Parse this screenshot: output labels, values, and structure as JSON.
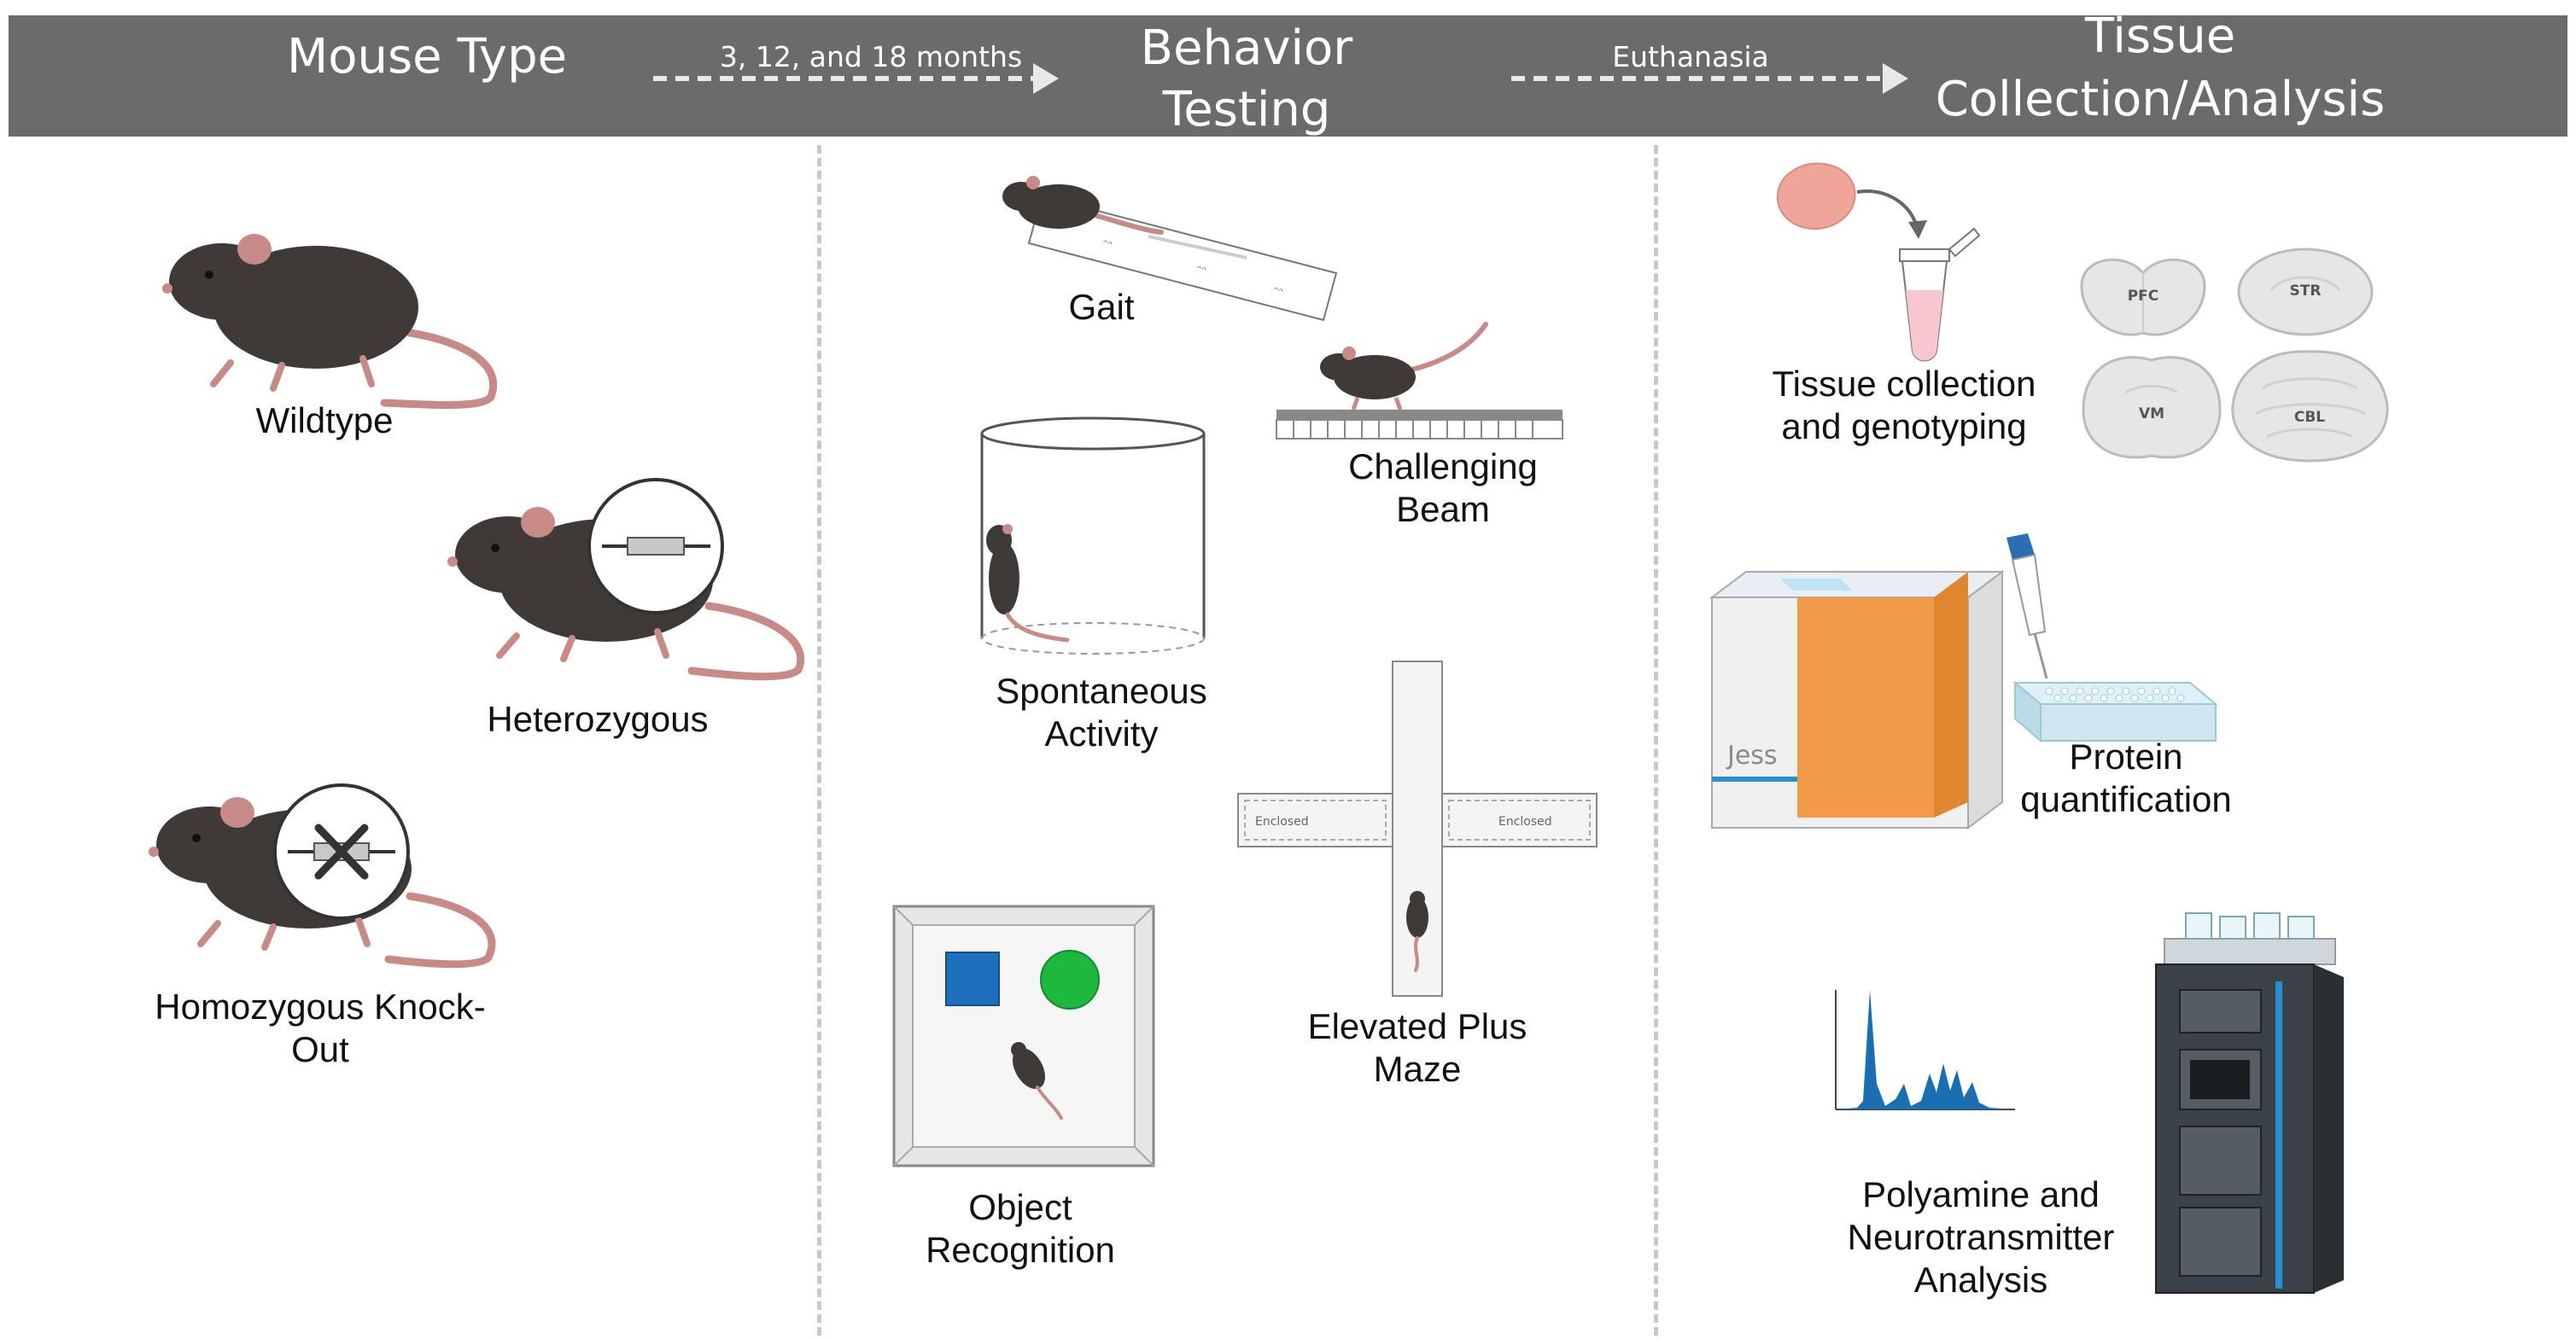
{
  "header": {
    "col1_title": "Mouse Type",
    "col2_title_line1": "Behavior",
    "col2_title_line2": "Testing",
    "col3_title_line1": "Tissue",
    "col3_title_line2": "Collection/Analysis",
    "arrow1_label": "3, 12, and 18 months",
    "arrow2_label": "Euthanasia"
  },
  "mouse_types": {
    "wildtype": "Wildtype",
    "heterozygous": "Heterozygous",
    "knockout_line1": "Homozygous Knock-",
    "knockout_line2": "Out"
  },
  "behavior": {
    "gait": "Gait",
    "beam_line1": "Challenging",
    "beam_line2": "Beam",
    "spont_line1": "Spontaneous",
    "spont_line2": "Activity",
    "epm_line1": "Elevated Plus",
    "epm_line2": "Maze",
    "epm_arm_left": "Enclosed",
    "epm_arm_right": "Enclosed",
    "object_line1": "Object",
    "object_line2": "Recognition"
  },
  "tissue": {
    "collection_line1": "Tissue collection",
    "collection_line2": "and genotyping",
    "regions": [
      "PFC",
      "STR",
      "VM",
      "CBL"
    ],
    "protein_line1": "Protein",
    "protein_line2": "quantification",
    "instrument_name": "Jess",
    "analysis_line1": "Polyamine and",
    "analysis_line2": "Neurotransmitter",
    "analysis_line3": "Analysis"
  },
  "colors": {
    "header_bg": "#6b6b6b",
    "mouse_body": "#3f3a37",
    "mouse_tail": "#c88a86",
    "instrument_orange": "#f29a4a",
    "chromatogram_blue": "#1a6fb3",
    "square_blue": "#1f6fbf",
    "circle_green": "#1fb83f"
  }
}
